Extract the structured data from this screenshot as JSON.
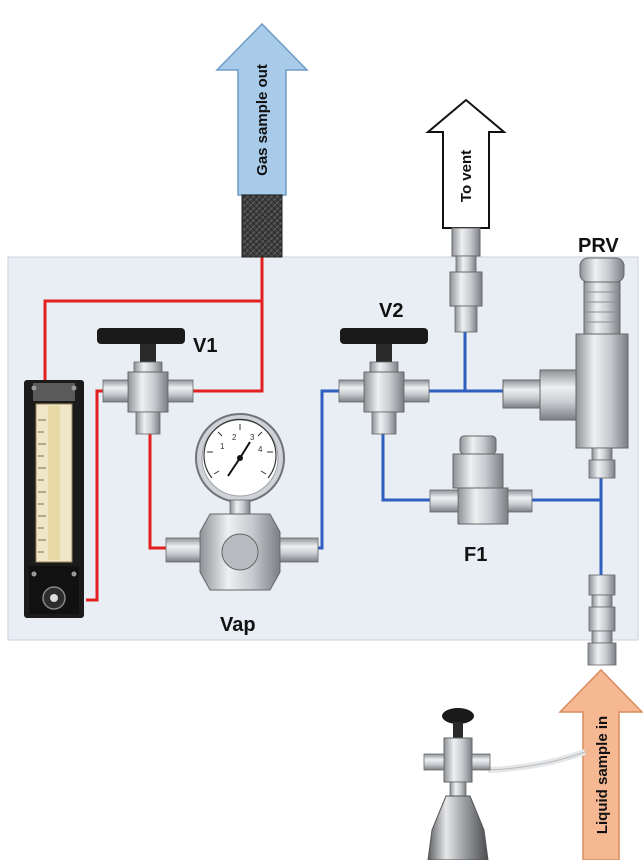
{
  "labels": {
    "gas_out": "Gas sample out",
    "to_vent": "To vent",
    "liquid_in": "Liquid sample in",
    "v1": "V1",
    "v2": "V2",
    "prv": "PRV",
    "f1": "F1",
    "vap": "Vap"
  },
  "colors": {
    "panel": "#e9eef5",
    "red_line": "#e32020",
    "blue_line": "#2f5fc0",
    "gas_arrow": "#a9cbea",
    "vent_arrow": "#ffffff",
    "liquid_arrow": "#f6b893"
  },
  "gauge": {
    "scale_numbers": [
      "1",
      "2",
      "3",
      "4"
    ]
  }
}
